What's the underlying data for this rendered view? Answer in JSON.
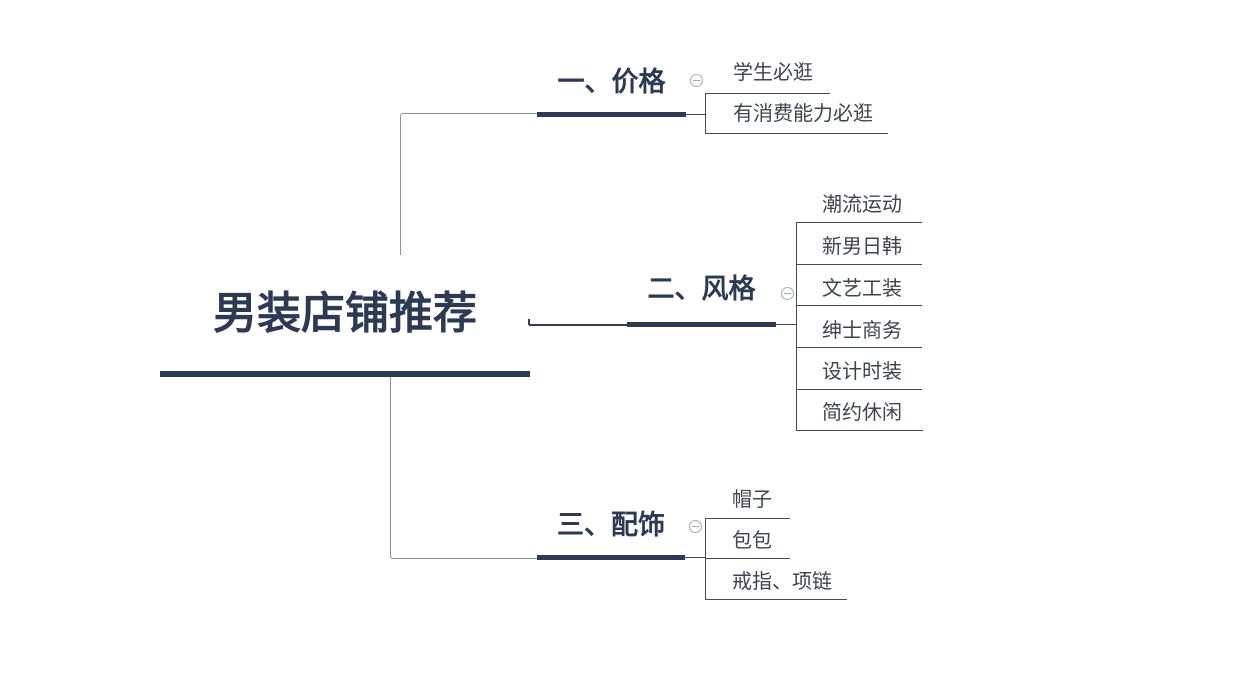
{
  "root": {
    "label": "男装店铺推荐"
  },
  "branches": [
    {
      "label": "一、价格",
      "toggle_icon": "minus-icon",
      "children": [
        "学生必逛",
        "有消费能力必逛"
      ]
    },
    {
      "label": "二、风格",
      "toggle_icon": "minus-icon",
      "children": [
        "潮流运动",
        "新男日韩",
        "文艺工装",
        "绅士商务",
        "设计时装",
        "简约休闲"
      ]
    },
    {
      "label": "三、配饰",
      "toggle_icon": "minus-icon",
      "children": [
        "帽子",
        "包包",
        "戒指、项链"
      ]
    }
  ],
  "colors": {
    "topic_navy": "#2c3a54",
    "connector_gray": "#8d9198",
    "detail_line": "#454b57",
    "child_text": "#3e4450",
    "toggle_ring": "#a6aab2",
    "background": "#ffffff"
  }
}
